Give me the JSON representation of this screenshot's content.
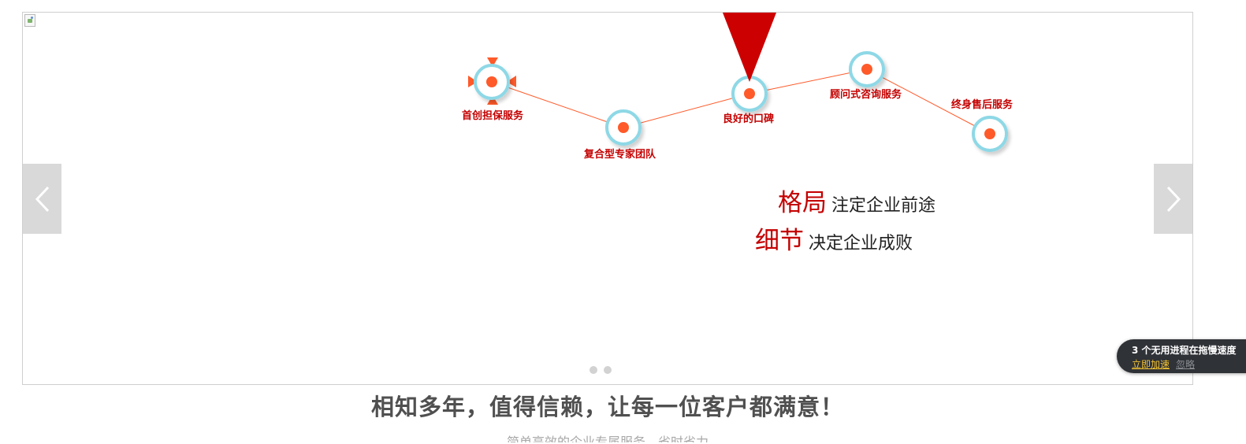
{
  "banner": {
    "nodes": [
      {
        "label": "首创担保服务"
      },
      {
        "label": "复合型专家团队"
      },
      {
        "label": "良好的口碑"
      },
      {
        "label": "顾问式咨询服务"
      },
      {
        "label": "终身售后服务"
      }
    ],
    "slogans": [
      {
        "accent": "格局",
        "text": "注定企业前途"
      },
      {
        "accent": "细节",
        "text": "决定企业成败"
      }
    ],
    "colors": {
      "accent_red": "#c40000",
      "node_ring": "#8ed8e6",
      "node_center": "#ff5a2a",
      "line": "#ff5a2a"
    },
    "nav": {
      "prev_icon": "chevron-left-icon",
      "next_icon": "chevron-right-icon"
    }
  },
  "section": {
    "title": "相知多年，值得信赖，让每一位客户都满意！",
    "subtitle": "简单高效的企业专属服务，省时省力"
  },
  "toast": {
    "message": "3 个无用进程在拖慢速度",
    "accelerate": "立即加速",
    "ignore": "忽略"
  }
}
